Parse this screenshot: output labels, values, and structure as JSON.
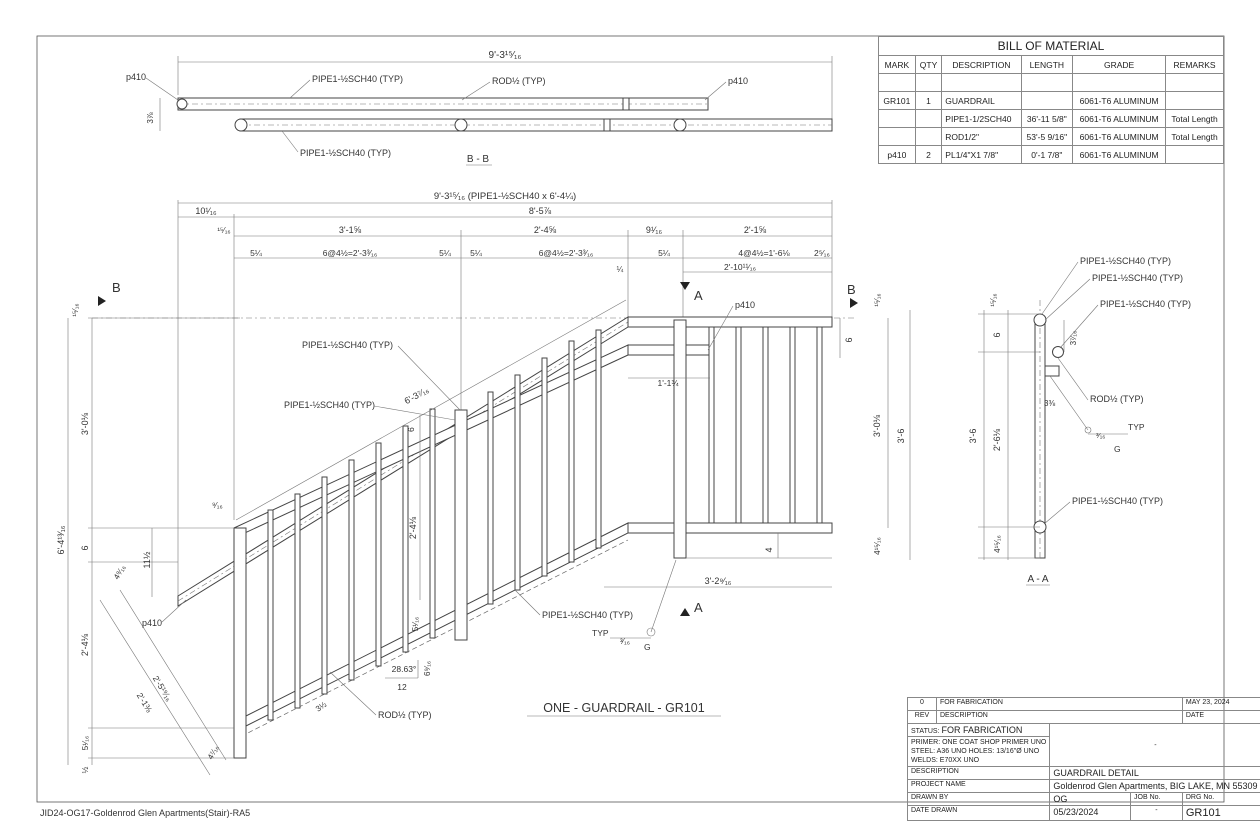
{
  "bill_of_material": {
    "title": "BILL OF MATERIAL",
    "headers": [
      "MARK",
      "QTY",
      "DESCRIPTION",
      "LENGTH",
      "GRADE",
      "REMARKS"
    ],
    "rows": [
      [
        "GR101",
        "1",
        "GUARDRAIL",
        "",
        "6061-T6 ALUMINUM",
        ""
      ],
      [
        "",
        "",
        "PIPE1-1/2SCH40",
        "36'-11 5/8\"",
        "6061-T6 ALUMINUM",
        "Total Length"
      ],
      [
        "",
        "",
        "ROD1/2\"",
        "53'-5 9/16\"",
        "6061-T6 ALUMINUM",
        "Total Length"
      ],
      [
        "p410",
        "2",
        "PL1/4\"X1 7/8\"",
        "0'-1 7/8\"",
        "6061-T6 ALUMINUM",
        ""
      ]
    ]
  },
  "section_bb": {
    "title": "B - B",
    "overall": "9'-3¹⁵⁄₁₆",
    "p410_left": "p410",
    "p410_right": "p410",
    "pipe_top": "PIPE1-½SCH40 (TYP)",
    "rod": "ROD½ (TYP)",
    "pipe_bottom": "PIPE1-½SCH40 (TYP)",
    "height": "3⅞"
  },
  "elevation": {
    "title": "ONE - GUARDRAIL - GR101",
    "overall": "9'-3¹⁵⁄₁₆ (PIPE1-½SCH40 x 6'-4¼)",
    "left_offset": "10¹⁄₁₆",
    "run": "8'-5⅞",
    "seg1": "3'-1⅝",
    "seg2": "2'-4⅝",
    "seg3": "9¹⁄₁₆",
    "seg4": "2'-1⅝",
    "d15": "¹⁵⁄₁₆",
    "d1": "5¼",
    "spacing1": "6@4½=2'-3³⁄₁₆",
    "d2": "5¼",
    "d3": "5¼",
    "spacing2": "6@4½=2'-3³⁄₁₆",
    "d4": "5¼",
    "spacing3": "4@4½=1'-6⅛",
    "d5": "2⁵⁄₁₆",
    "top_right": "2'-10¹¹⁄₁₆",
    "quarter": "¼",
    "cut_a": "A",
    "cut_b": "B",
    "p410": "p410",
    "p410_lower": "p410",
    "pipe_label_1": "PIPE1-½SCH40 (TYP)",
    "pipe_label_2": "PIPE1-½SCH40 (TYP)",
    "pipe_label_3": "PIPE1-½SCH40 (TYP)",
    "rod_label": "ROD½ (TYP)",
    "slope_len": "6'-3⁷⁄₁₆",
    "six": "6",
    "h_left": "3'-0⅛",
    "h_right": "3'-0⅛",
    "h_total_right": "3'-6",
    "overall_h": "6'-4¹³⁄₁₆",
    "d_6": "6",
    "d_11": "11½",
    "d_24": "2'-4⅛",
    "d_24b": "2'-4⅛",
    "d_516": "5¹⁄₁₆",
    "d_12": "½",
    "d_916": "⁹⁄₁₆",
    "d_1516": "¹⁵⁄₁₆",
    "d_1516r": "¹⁵⁄₁₆",
    "d_41516": "4¹⁵⁄₁₆",
    "d_four": "4",
    "d_113": "1'-1¾",
    "d_six_r": "6",
    "bottom": "3'-2⁹⁄₁₆",
    "angle": "28.63°",
    "twelve": "12",
    "d_616": "6⁹⁄₁₆",
    "d_312": "3½",
    "d_2519": "2'-5¹⁹⁄₁₆",
    "d_2138": "2'-1⅜",
    "d_4716": "4⁷⁄₁₆",
    "d_4916": "4⁹⁄₁₆",
    "d_516b": "5¹⁄₁₆",
    "weld_typ": "TYP",
    "weld_size": "³⁄₁₆",
    "weld_g": "G"
  },
  "section_aa": {
    "title": "A - A",
    "pipe1": "PIPE1-½SCH40 (TYP)",
    "pipe2": "PIPE1-½SCH40 (TYP)",
    "pipe3": "PIPE1-½SCH40 (TYP)",
    "pipe4": "PIPE1-½SCH40 (TYP)",
    "rod": "ROD½ (TYP)",
    "d_top": "¹⁵⁄₁₆",
    "d_six": "6",
    "d_3716": "3⁷⁄₁₆",
    "d_338": "3⅜",
    "d_36": "3'-6",
    "d_2618": "2'-6⅛",
    "d_41516": "4¹⁵⁄₁₆",
    "weld_size": "³⁄₁₆",
    "weld_typ": "TYP",
    "weld_g": "G"
  },
  "title_block": {
    "rev": "0",
    "rev_desc": "FOR FABRICATION",
    "rev_date": "MAY 23, 2024",
    "rev_h": "REV",
    "desc_h": "DESCRIPTION",
    "date_h": "DATE",
    "status_label": "STATUS:",
    "status": "FOR FABRICATION",
    "primer": "PRIMER: ONE COAT SHOP PRIMER UNO",
    "steel": "STEEL: A36 UNO HOLES: 13/16\"Ø UNO",
    "welds": "WELDS: E70XX UNO",
    "dash": "-",
    "description_label": "DESCRIPTION",
    "description": "GUARDRAIL DETAIL",
    "project_label": "PROJECT NAME",
    "project": "Goldenrod Glen Apartments, BIG LAKE, MN 55309",
    "drawn_by_label": "DRAWN BY",
    "drawn_by": "OG",
    "job_label": "JOB No.",
    "job": "-",
    "date_drawn_label": "DATE DRAWN",
    "date_drawn": "05/23/2024",
    "drg_label": "DRG No.",
    "drg": "GR101"
  },
  "footer": "JID24-OG17-Goldenrod Glen Apartments(Stair)-RA5"
}
